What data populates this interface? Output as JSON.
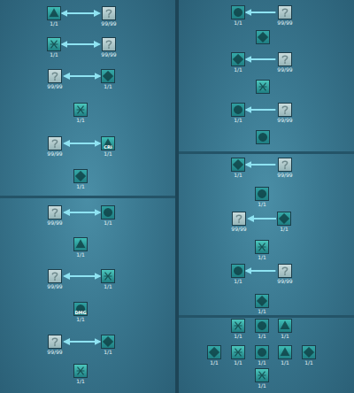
{
  "diagram": {
    "nodes": [
      {
        "text": [
          "1/1"
        ]
      },
      {
        "text": [
          "99/99"
        ]
      },
      {
        "text": [
          "1/1"
        ]
      },
      {
        "text": [
          "99/99"
        ]
      },
      {
        "text": [
          "99/99"
        ]
      },
      {
        "text": [
          "1/1"
        ]
      },
      {
        "text": [
          "1/1"
        ]
      },
      {
        "text": [
          "99/99"
        ]
      },
      {
        "text": [
          "CRI",
          "1/1"
        ]
      },
      {
        "text": [
          "1/1"
        ]
      },
      {
        "text": [
          "99/99"
        ]
      },
      {
        "text": [
          "1/1"
        ]
      },
      {
        "text": [
          "1/1"
        ]
      },
      {
        "text": [
          "99/99"
        ]
      },
      {
        "text": [
          "1/1"
        ]
      },
      {
        "text": [
          "DMG",
          "1/1"
        ]
      },
      {
        "text": [
          "99/99"
        ]
      },
      {
        "text": [
          "1/1"
        ]
      },
      {
        "text": [
          "1/1"
        ]
      },
      {
        "text": [
          "1/1"
        ]
      },
      {
        "text": [
          "99/99"
        ]
      },
      {
        "text": [
          "1/1"
        ]
      },
      {
        "text": [
          "99/99"
        ]
      },
      {
        "text": [
          "1/1"
        ]
      },
      {
        "text": [
          "99/99"
        ]
      },
      {
        "text": [
          "1/1"
        ]
      },
      {
        "text": [
          "99/99"
        ]
      },
      {
        "text": [
          "1/1"
        ]
      },
      {
        "text": [
          "99/99"
        ]
      },
      {
        "text": [
          "1/1"
        ]
      },
      {
        "text": [
          "1/1"
        ]
      },
      {
        "text": [
          "1/1"
        ]
      },
      {
        "text": [
          "99/99"
        ]
      },
      {
        "text": [
          "1/1"
        ]
      },
      {
        "text": [
          "1/1"
        ]
      },
      {
        "text": [
          "1/1"
        ]
      },
      {
        "text": [
          "1/1"
        ]
      },
      {
        "text": [
          "1/1"
        ]
      },
      {
        "text": [
          "1/1"
        ]
      },
      {
        "text": [
          "1/1"
        ]
      },
      {
        "text": [
          "1/1"
        ]
      },
      {
        "text": [
          "1/1"
        ]
      },
      {
        "text": [
          "1/1"
        ]
      }
    ],
    "edges": [
      {
        "from": 0,
        "to": 1,
        "arrow": "both"
      },
      {
        "from": 2,
        "to": 3,
        "arrow": "both"
      },
      {
        "from": 4,
        "to": 5,
        "arrow": "both"
      },
      {
        "from": 7,
        "to": 8,
        "arrow": "both"
      },
      {
        "from": 10,
        "to": 11,
        "arrow": "both"
      },
      {
        "from": 13,
        "to": 14,
        "arrow": "both"
      },
      {
        "from": 16,
        "to": 17,
        "arrow": "both"
      },
      {
        "from": 20,
        "to": 19,
        "arrow": "to"
      },
      {
        "from": 22,
        "to": 21,
        "arrow": "to"
      },
      {
        "from": 24,
        "to": 23,
        "arrow": "to"
      },
      {
        "from": 26,
        "to": 25,
        "arrow": "to"
      },
      {
        "from": 29,
        "to": 28,
        "arrow": "to"
      },
      {
        "from": 32,
        "to": 31,
        "arrow": "to"
      }
    ]
  }
}
